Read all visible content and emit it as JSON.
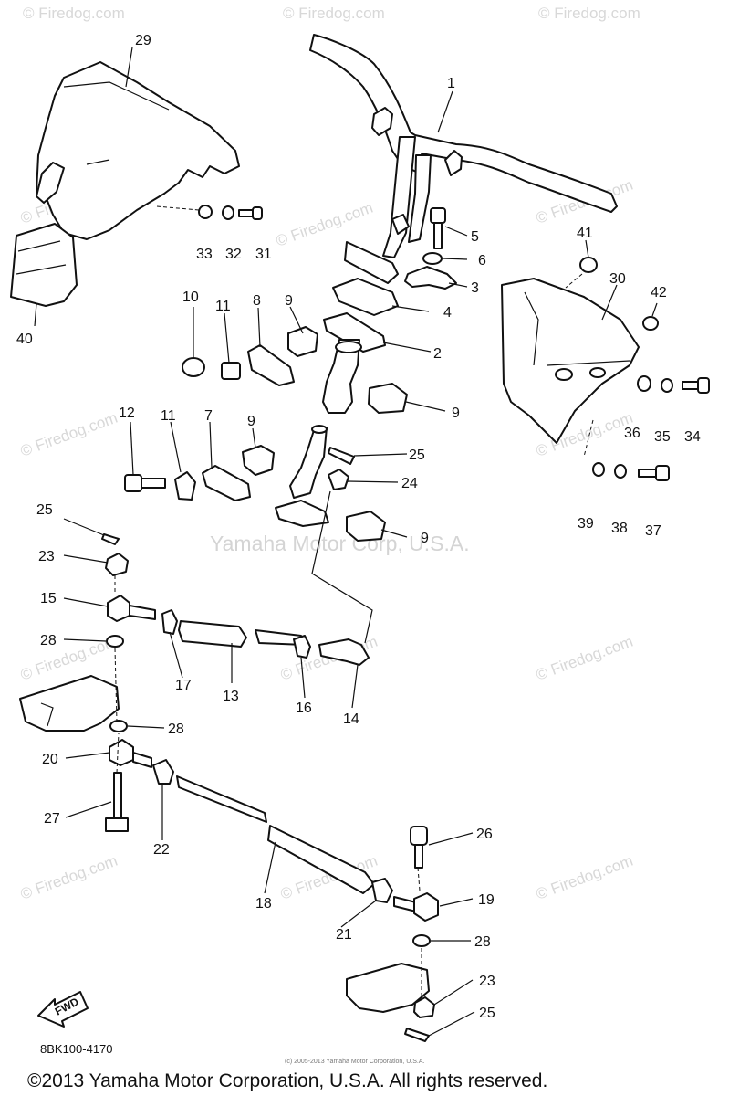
{
  "watermarks": {
    "site": "© Firedog.com",
    "center": "Yamaha Motor Corp, U.S.A."
  },
  "callouts": [
    "1",
    "2",
    "3",
    "4",
    "5",
    "6",
    "7",
    "8",
    "9",
    "10",
    "11",
    "12",
    "13",
    "14",
    "15",
    "16",
    "17",
    "18",
    "19",
    "20",
    "21",
    "22",
    "23",
    "24",
    "25",
    "26",
    "27",
    "28",
    "29",
    "30",
    "31",
    "32",
    "33",
    "34",
    "35",
    "36",
    "37",
    "38",
    "39",
    "40",
    "41",
    "42"
  ],
  "fwd_label": "FWD",
  "diagram_code": "8BK100-4170",
  "fine_print": "(c) 2005-2013 Yamaha Motor Corporation, U.S.A.",
  "footer_copyright": "©2013 Yamaha Motor Corporation, U.S.A. All rights reserved."
}
